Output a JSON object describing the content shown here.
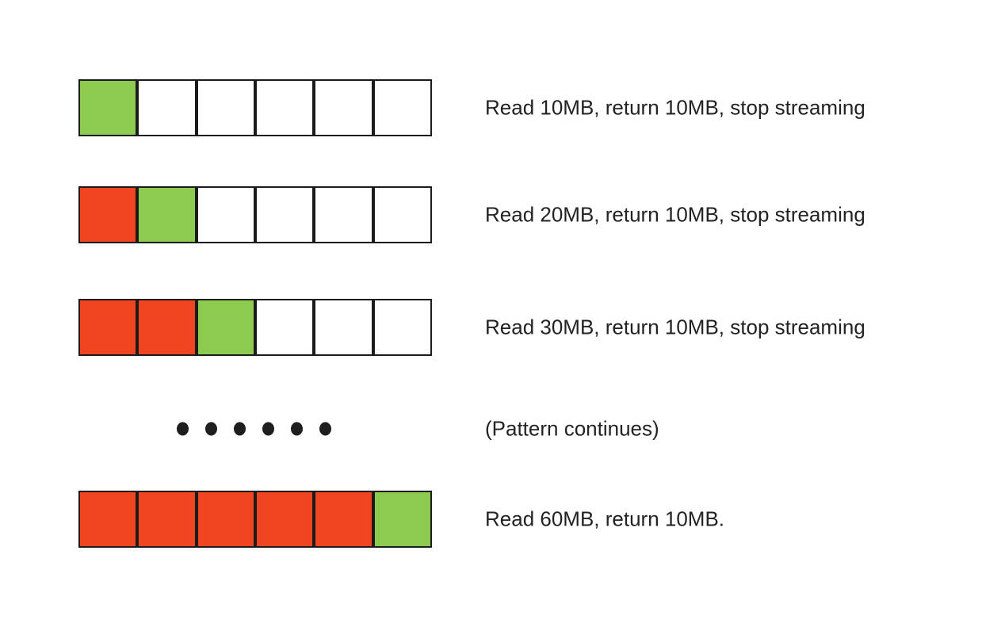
{
  "figure": {
    "description": "Streaming read pattern diagram: six-block buffer bars showing read (red) and returned (green) 10MB blocks",
    "colors": {
      "read_block": "#F14522",
      "returned_block": "#8DCB50",
      "empty_block": "#FFFFFF",
      "border": "#1B1B1B",
      "text": "#232323",
      "dot": "#1E1E1E"
    },
    "block_size_mb": 10,
    "blocks_per_bar": 6,
    "rows": [
      {
        "type": "bar",
        "cells": [
          "returned",
          "empty",
          "empty",
          "empty",
          "empty",
          "empty"
        ],
        "label": "Read 10MB, return 10MB, stop streaming"
      },
      {
        "type": "bar",
        "cells": [
          "read",
          "returned",
          "empty",
          "empty",
          "empty",
          "empty"
        ],
        "label": "Read 20MB, return 10MB, stop streaming"
      },
      {
        "type": "bar",
        "cells": [
          "read",
          "read",
          "returned",
          "empty",
          "empty",
          "empty"
        ],
        "label": "Read 30MB, return 10MB, stop streaming"
      },
      {
        "type": "dots",
        "dot_count": 6,
        "label": "(Pattern continues)"
      },
      {
        "type": "bar",
        "cells": [
          "read",
          "read",
          "read",
          "read",
          "read",
          "returned"
        ],
        "label": "Read 60MB, return 10MB."
      }
    ]
  }
}
